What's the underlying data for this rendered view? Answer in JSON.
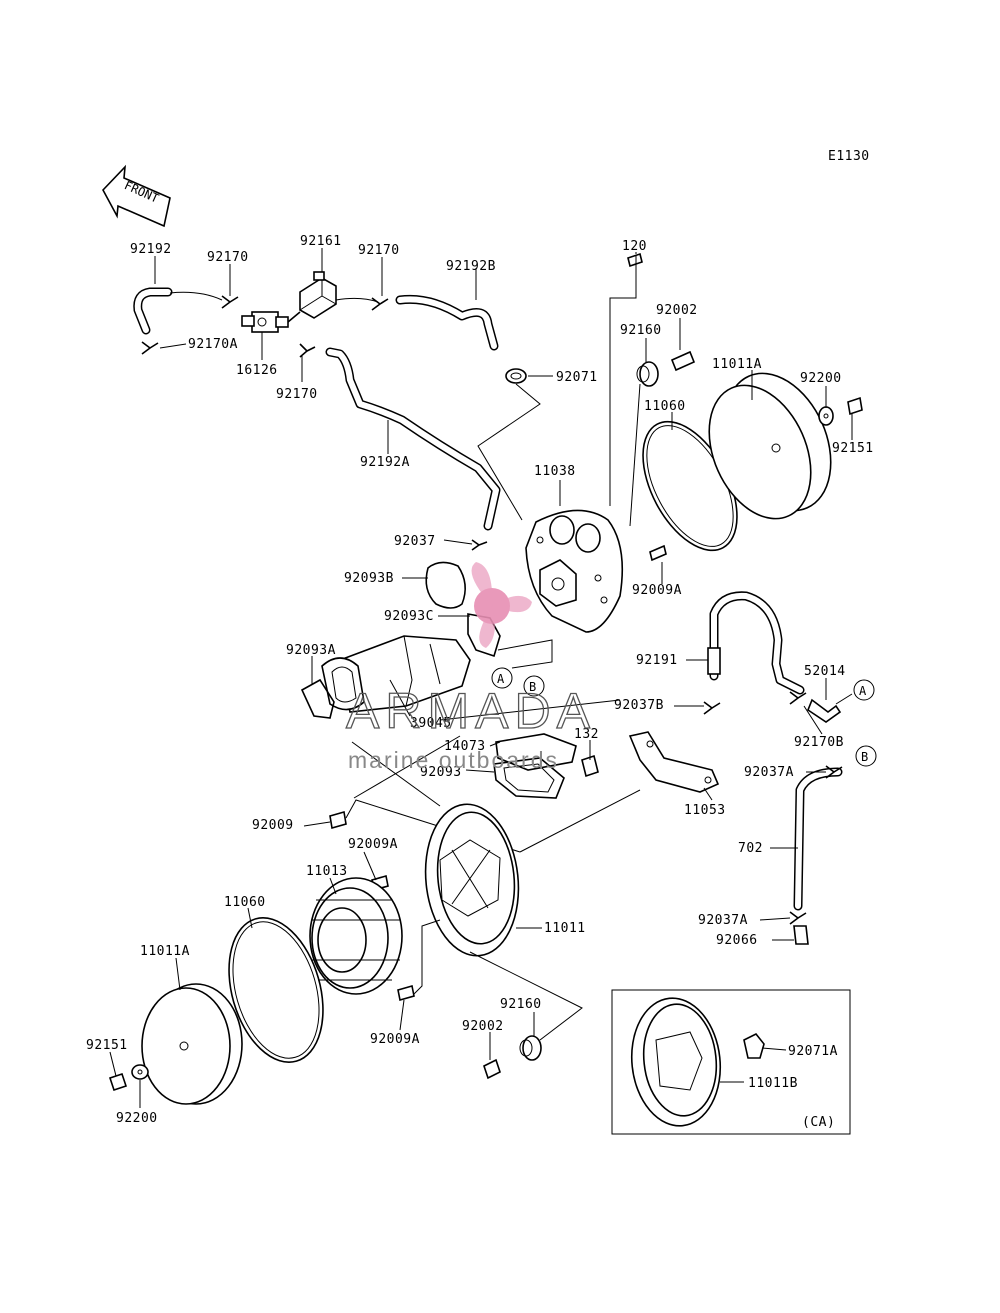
{
  "diagram": {
    "code": "E1130",
    "front_label": "FRONT",
    "callout_a": "A",
    "callout_b": "B",
    "inset_note": "(CA)"
  },
  "watermark": {
    "brand": "ARMADA",
    "tagline": "marine outboards",
    "accent_color": "#e78fb3"
  },
  "parts": {
    "p92192": "92192",
    "p92170_a": "92170",
    "p92161": "92161",
    "p92170_b": "92170",
    "p92192B": "92192B",
    "p120": "120",
    "p92002_top": "92002",
    "p92160_top": "92160",
    "p11011A_top": "11011A",
    "p92200_top": "92200",
    "p92170A": "92170A",
    "p16126": "16126",
    "p92170_c": "92170",
    "p92071": "92071",
    "p11060_top": "11060",
    "p92151_top": "92151",
    "p92192A": "92192A",
    "p11038": "11038",
    "p92037": "92037",
    "p92009A_top": "92009A",
    "p92093B": "92093B",
    "p92093C": "92093C",
    "p92191": "92191",
    "p92093A": "92093A",
    "p52014": "52014",
    "p92037B": "92037B",
    "p39045": "39045",
    "p92170B": "92170B",
    "p14073": "14073",
    "p132": "132",
    "p92093": "92093",
    "p92037A_top": "92037A",
    "p11053": "11053",
    "p92009": "92009",
    "p92009A_mid": "92009A",
    "p702": "702",
    "p11013": "11013",
    "p11060_bot": "11060",
    "p11011": "11011",
    "p92037A_bot": "92037A",
    "p92066": "92066",
    "p11011A_bot": "11011A",
    "p92009A_bot": "92009A",
    "p92160_bot": "92160",
    "p92002_bot": "92002",
    "p92071A": "92071A",
    "p92151_bot": "92151",
    "p11011B": "11011B",
    "p92200_bot": "92200"
  }
}
